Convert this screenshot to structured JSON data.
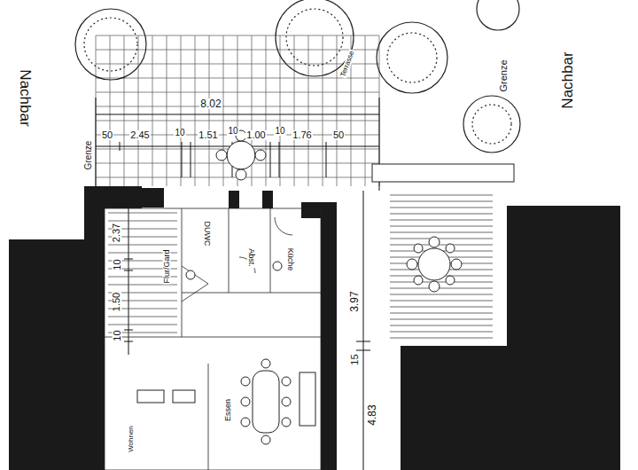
{
  "diagram": {
    "labels": [
      "Nachbar",
      "Nachbar",
      "Grenze",
      "Terrasse",
      "8.02",
      "Grenze",
      "50",
      "2.45",
      "10",
      "1.51",
      "10",
      "1.00",
      "10",
      "1.76",
      "50",
      "2.37",
      "DUWC",
      "Abst.",
      "Küche",
      "10",
      "Flur/Gard",
      "1.50",
      "10",
      "3.97",
      "15",
      "4.83",
      "Essen",
      "Wohnen"
    ]
  }
}
